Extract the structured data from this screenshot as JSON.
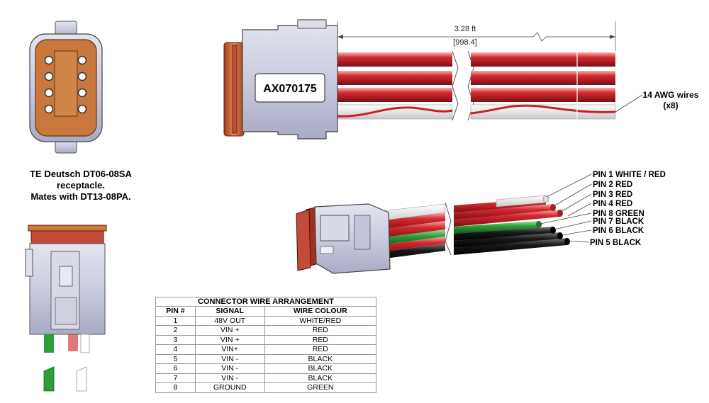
{
  "connector": {
    "part_number": "AX070175",
    "length_ft": "3.28 ft",
    "length_mm": "[998.4]",
    "wire_note_line1": "14 AWG wires",
    "wire_note_line2": "(x8)"
  },
  "description": {
    "line1": "TE Deutsch DT06-08SA",
    "line2": "receptacle.",
    "line3": "Mates with DT13-08PA."
  },
  "pin_labels": [
    "PIN 1 WHITE / RED",
    "PIN 2 RED",
    "PIN 3 RED",
    "PIN 4 RED",
    "PIN 8 GREEN",
    "PIN 7 BLACK",
    "PIN 6 BLACK",
    "PIN 5 BLACK"
  ],
  "table": {
    "title": "CONNECTOR WIRE ARRANGEMENT",
    "headers": [
      "PIN #",
      "SIGNAL",
      "WIRE COLOUR"
    ],
    "rows": [
      [
        "1",
        "48V OUT",
        "WHITE/RED"
      ],
      [
        "2",
        "VIN +",
        "RED"
      ],
      [
        "3",
        "VIN +",
        "RED"
      ],
      [
        "4",
        "VIN+",
        "RED"
      ],
      [
        "5",
        "VIN -",
        "BLACK"
      ],
      [
        "6",
        "VIN -",
        "BLACK"
      ],
      [
        "7",
        "VIN -",
        "BLACK"
      ],
      [
        "8",
        "GROUND",
        "GREEN"
      ]
    ]
  },
  "colors": {
    "housing": "#cbcde0",
    "seal": "#d07a3a",
    "face": "#c8783c",
    "red": "#c8202a",
    "green": "#2e9e3a",
    "black": "#1a1a1a",
    "white": "#f2f2f2"
  }
}
